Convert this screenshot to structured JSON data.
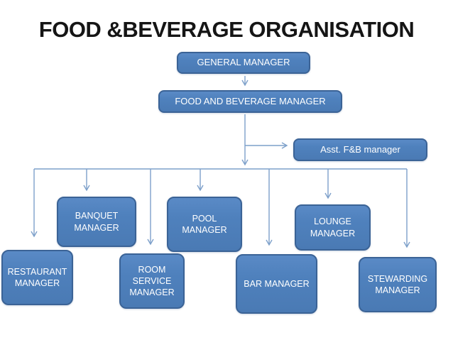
{
  "slide": {
    "title": "FOOD &BEVERAGE ORGANISATION"
  },
  "colors": {
    "background": "#ffffff",
    "title_text": "#151515",
    "node_fill": "#4f81bd",
    "node_border": "#3b6396",
    "node_text": "#ffffff",
    "connector": "#7da0ca"
  },
  "org": {
    "nodes": [
      {
        "id": "general-manager",
        "label": "GENERAL MANAGER",
        "level": 1
      },
      {
        "id": "food-and-beverage-manager",
        "label": "FOOD AND BEVERAGE MANAGER",
        "level": 2
      },
      {
        "id": "asst-fb-manager",
        "label": "Asst. F&B manager",
        "level": 3
      },
      {
        "id": "banquet-manager",
        "label": "BANQUET MANAGER",
        "level": 4
      },
      {
        "id": "pool-manager",
        "label": "POOL MANAGER",
        "level": 4
      },
      {
        "id": "lounge-manager",
        "label": "LOUNGE MANAGER",
        "level": 4
      },
      {
        "id": "restaurant-manager",
        "label": "RESTAURANT MANAGER",
        "level": 4
      },
      {
        "id": "room-service-manager",
        "label": "ROOM SERVICE MANAGER",
        "level": 4
      },
      {
        "id": "bar-manager",
        "label": "BAR MANAGER",
        "level": 4
      },
      {
        "id": "stewarding-manager",
        "label": "STEWARDING MANAGER",
        "level": 4
      }
    ],
    "edges": [
      {
        "from": "general-manager",
        "to": "food-and-beverage-manager"
      },
      {
        "from": "food-and-beverage-manager",
        "to": "asst-fb-manager"
      },
      {
        "from": "food-and-beverage-manager",
        "to": "restaurant-manager"
      },
      {
        "from": "food-and-beverage-manager",
        "to": "banquet-manager"
      },
      {
        "from": "food-and-beverage-manager",
        "to": "room-service-manager"
      },
      {
        "from": "food-and-beverage-manager",
        "to": "pool-manager"
      },
      {
        "from": "food-and-beverage-manager",
        "to": "bar-manager"
      },
      {
        "from": "food-and-beverage-manager",
        "to": "lounge-manager"
      },
      {
        "from": "food-and-beverage-manager",
        "to": "stewarding-manager"
      }
    ]
  }
}
